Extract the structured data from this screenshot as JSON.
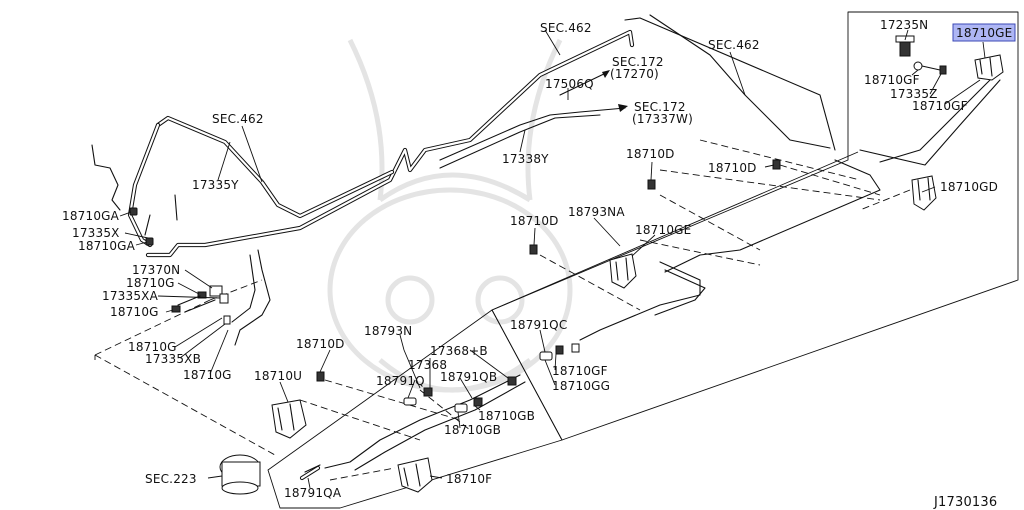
{
  "diagram_id": "J1730136",
  "highlighted_part": "18710GE",
  "labels": {
    "sec462_a": "SEC.462",
    "sec462_b": "SEC.462",
    "sec462_c": "SEC.462",
    "sec172_a": "SEC.172",
    "sec172_a_sub": "(17270)",
    "sec172_b": "SEC.172",
    "sec172_b_sub": "(17337W)",
    "sec223": "SEC.223",
    "p17506Q": "17506Q",
    "p17338Y": "17338Y",
    "p17335Y": "17335Y",
    "p18710GA_a": "18710GA",
    "p17335X": "17335X",
    "p18710GA_b": "18710GA",
    "p17370N": "17370N",
    "p18710G_a": "18710G",
    "p17335XA": "17335XA",
    "p18710G_b": "18710G",
    "p18710G_c": "18710G",
    "p17335XB": "17335XB",
    "p18710G_d": "18710G",
    "p17235N": "17235N",
    "p18710GE_top": "18710GE",
    "p18710GF_a": "18710GF",
    "p17335Z": "17335Z",
    "p18710GF_b": "18710GF",
    "p18710GD": "18710GD",
    "p18710D_a": "18710D",
    "p18710D_b": "18710D",
    "p18710D_c": "18710D",
    "p18710D_d": "18710D",
    "p18793NA": "18793NA",
    "p18710GE_mid": "18710GE",
    "p18791QC": "18791QC",
    "p18710GF_c": "18710GF",
    "p18710GG": "18710GG",
    "p18793N": "18793N",
    "p17368B": "17368+B",
    "p17368": "17368",
    "p18710U": "18710U",
    "p18791Q": "18791Q",
    "p18791QB": "18791QB",
    "p18710GB_a": "18710GB",
    "p18710GB_b": "18710GB",
    "p18710F": "18710F",
    "p18791QA": "18791QA"
  }
}
